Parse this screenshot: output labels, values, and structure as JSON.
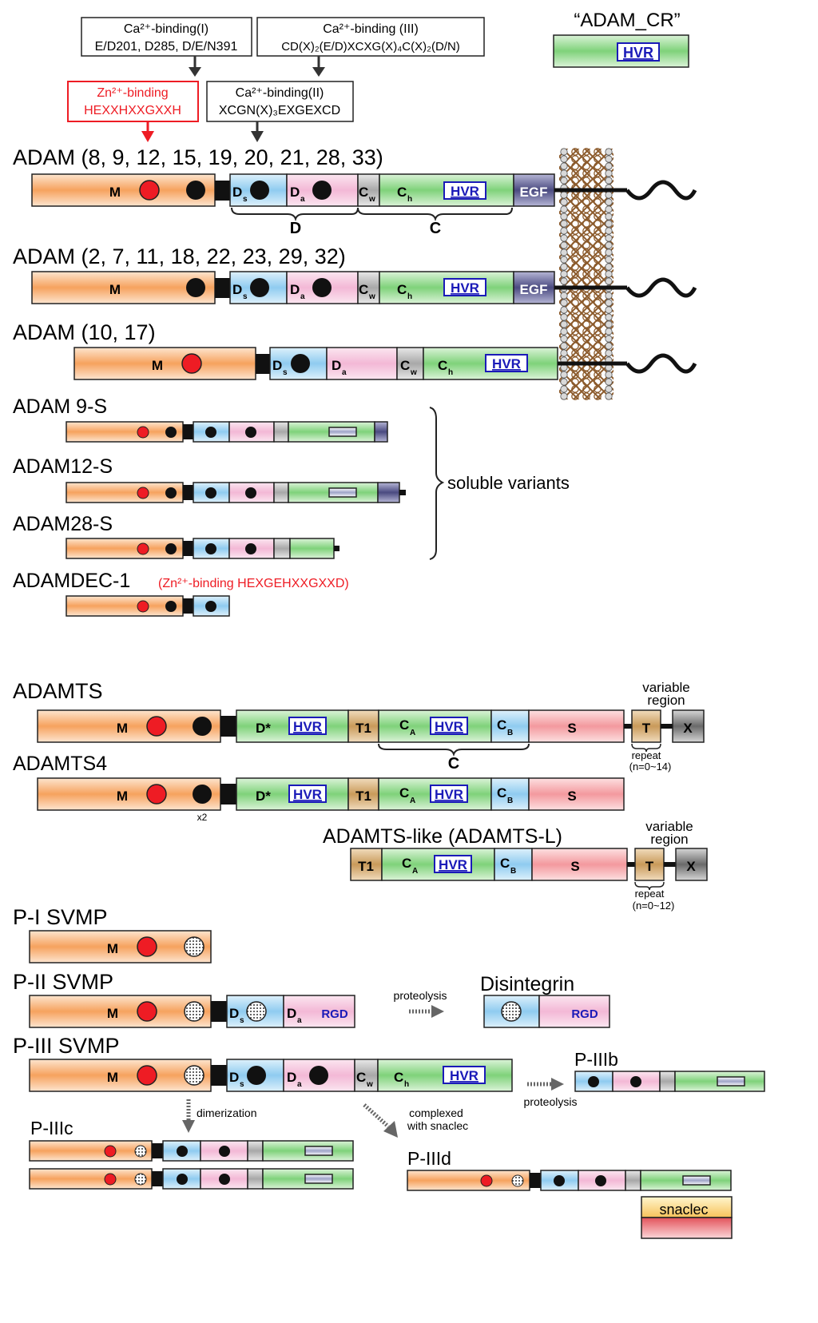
{
  "colors": {
    "metallo": "#f6a25e",
    "dis_s": "#8fcbf0",
    "dis_a": "#f3b8d6",
    "cys_w": "#b4b4b4",
    "cys_h": "#7fd27a",
    "egf": "#5a5a8f",
    "spacer": "#f3999e",
    "tsp": "#c99a5a",
    "x": "#707070",
    "zn": "#ee1c24",
    "hvr": "#1a1ab8",
    "red_text": "#ee1c24",
    "tm": "#8b5a2b"
  },
  "top_boxes": {
    "ca1_title": "Ca²⁺-binding(I)",
    "ca1_seq": "E/D201, D285, D/E/N391",
    "ca3_title": "Ca²⁺-binding (III)",
    "ca3_seq": "CD(X)₂(E/D)XCXG(X)₄C(X)₂(D/N)",
    "zn_title": "Zn²⁺-binding",
    "zn_seq": "HEXXHXXGXXH",
    "ca2_title": "Ca²⁺-binding(II)",
    "ca2_seq": "XCGN(X)₃EXGEXCD"
  },
  "adam_cr": {
    "title": "“ADAM_CR”",
    "hvr": "HVR"
  },
  "groups": {
    "adam_a": "ADAM (8, 9, 12, 15, 19, 20, 21, 28, 33)",
    "adam_b": "ADAM (2, 7, 11, 18, 22, 23, 29, 32)",
    "adam_c": "ADAM (10, 17)",
    "adam9s": "ADAM 9-S",
    "adam12s": "ADAM12-S",
    "adam28s": "ADAM28-S",
    "adamdec": "ADAMDEC-1",
    "adamdec_note": "(Zn²⁺-binding HEXGEHXXGXXD)",
    "soluble": "soluble variants",
    "adamts": "ADAMTS",
    "adamts4": "ADAMTS4",
    "adamtsl": "ADAMTS-like (ADAMTS-L)",
    "p1": "P-I SVMP",
    "p2": "P-II SVMP",
    "p3": "P-III SVMP",
    "disintegrin": "Disintegrin",
    "p3b": "P-IIIb",
    "p3c": "P-IIIc",
    "p3d": "P-IIId"
  },
  "labels": {
    "M": "M",
    "Ds": "D",
    "s": "s",
    "Da": "D",
    "a": "a",
    "Cw": "C",
    "w": "w",
    "Ch": "C",
    "h": "h",
    "HVR": "HVR",
    "EGF": "EGF",
    "D_brace": "D",
    "C_brace": "C",
    "Dstar": "D*",
    "T1": "T1",
    "CA": "C",
    "A": "A",
    "CB": "C",
    "B": "B",
    "S": "S",
    "T": "T",
    "X": "X",
    "variable_region": [
      "variable",
      "region"
    ],
    "repeat": "repeat",
    "repeat_n1": "(n=0~14)",
    "repeat_n2": "(n=0~12)",
    "x2": "x2",
    "RGD": "RGD",
    "proteolysis": "proteolysis",
    "dimerization": "dimerization",
    "complexed": [
      "complexed",
      "with snaclec"
    ],
    "snaclec": "snaclec"
  }
}
